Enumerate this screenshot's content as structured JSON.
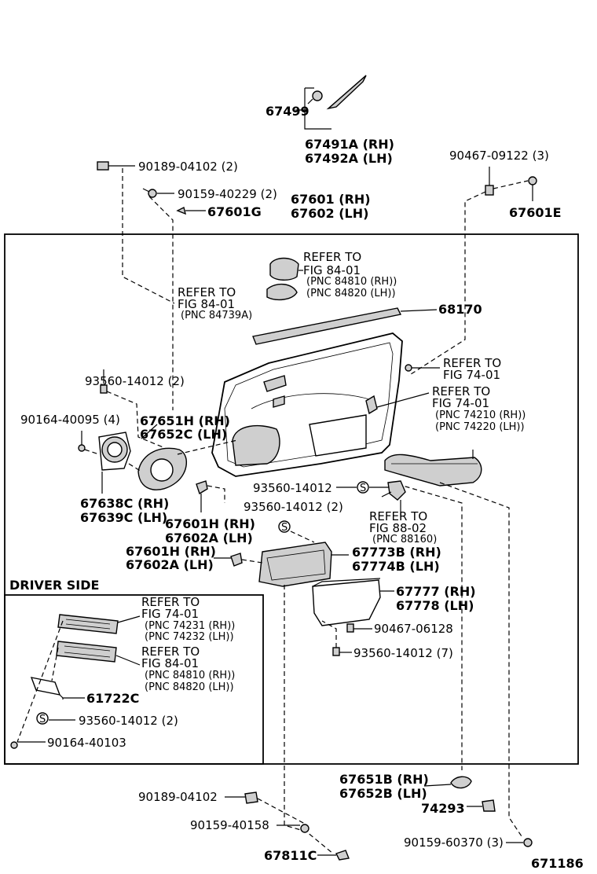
{
  "labels": {
    "l67499": "67499",
    "l67491a": "67491A (RH)",
    "l67492a": "67492A (LH)",
    "l90189a": "90189-04102 (2)",
    "l90159a": "90159-40229 (2)",
    "l67601": "67601 (RH)",
    "l67602": "67602 (LH)",
    "l67601g": "67601G",
    "l90467a": "90467-09122 (3)",
    "l67601e": "67601E",
    "ref1_1": "REFER TO",
    "ref1_2": "FIG 84-01",
    "ref1_3": "(PNC 84810 (RH))",
    "ref1_4": "(PNC 84820 (LH))",
    "ref2_1": "REFER TO",
    "ref2_2": "FIG 84-01",
    "ref2_3": "(PNC 84739A)",
    "l68170": "68170",
    "ref3_1": "REFER TO",
    "ref3_2": "FIG 74-01",
    "ref4_1": "REFER TO",
    "ref4_2": "FIG 74-01",
    "ref4_3": "(PNC 74210 (RH))",
    "ref4_4": "(PNC 74220 (LH))",
    "l93560a": "93560-14012 (2)",
    "l90164a": "90164-40095 (4)",
    "l67651h": "67651H (RH)",
    "l67652c": "67652C (LH)",
    "l67638c": "67638C (RH)",
    "l67639c": "67639C (LH)",
    "l93560b": "93560-14012",
    "l93560c": "93560-14012 (2)",
    "l67601h1": "67601H (RH)",
    "l67602a1": "67602A (LH)",
    "ref5_1": "REFER TO",
    "ref5_2": "FIG 88-02",
    "ref5_3": "(PNC 88160)",
    "l67601h2": "67601H (RH)",
    "l67602a2": "67602A (LH)",
    "l67773b": "67773B (RH)",
    "l67774b": "67774B (LH)",
    "driver_side": "DRIVER SIDE",
    "ref6_1": "REFER TO",
    "ref6_2": "FIG 74-01",
    "ref6_3": "(PNC 74231 (RH))",
    "ref6_4": "(PNC 74232 (LH))",
    "ref7_1": "REFER TO",
    "ref7_2": "FIG 84-01",
    "ref7_3": "(PNC 84810 (RH))",
    "ref7_4": "(PNC 84820 (LH))",
    "l61722c": "61722C",
    "l93560d": "93560-14012 (2)",
    "l90164b": "90164-40103",
    "l67777": "67777 (RH)",
    "l67778": "67778 (LH)",
    "l90467b": "90467-06128",
    "l93560e": "93560-14012 (7)",
    "l67651b": "67651B (RH)",
    "l67652b": "67652B (LH)",
    "l90189b": "90189-04102",
    "l74293": "74293",
    "l90159b": "90159-40158",
    "l90159c": "90159-60370 (3)",
    "l67811c": "67811C",
    "fig_no": "671186",
    "s1": "S",
    "s2": "S",
    "s3": "S"
  }
}
